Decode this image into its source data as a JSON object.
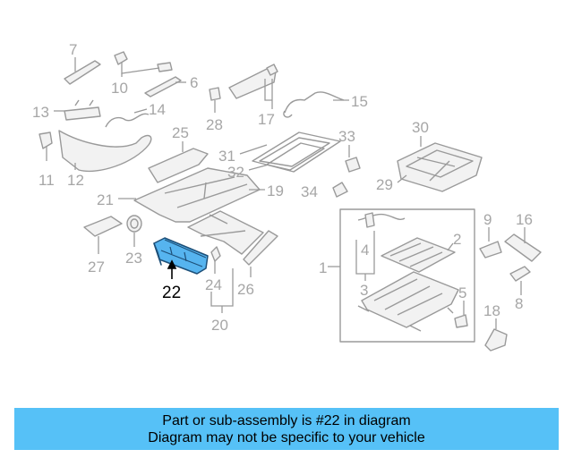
{
  "callouts": [
    {
      "id": "c7",
      "label": "7"
    },
    {
      "id": "c10",
      "label": "10"
    },
    {
      "id": "c6",
      "label": "6"
    },
    {
      "id": "c15",
      "label": "15"
    },
    {
      "id": "c17",
      "label": "17"
    },
    {
      "id": "c28",
      "label": "28"
    },
    {
      "id": "c13",
      "label": "13"
    },
    {
      "id": "c14",
      "label": "14"
    },
    {
      "id": "c11",
      "label": "11"
    },
    {
      "id": "c12",
      "label": "12"
    },
    {
      "id": "c25",
      "label": "25"
    },
    {
      "id": "c31",
      "label": "31"
    },
    {
      "id": "c32",
      "label": "32"
    },
    {
      "id": "c33",
      "label": "33"
    },
    {
      "id": "c30",
      "label": "30"
    },
    {
      "id": "c29",
      "label": "29"
    },
    {
      "id": "c34",
      "label": "34"
    },
    {
      "id": "c19",
      "label": "19"
    },
    {
      "id": "c21",
      "label": "21"
    },
    {
      "id": "c9",
      "label": "9"
    },
    {
      "id": "c16",
      "label": "16"
    },
    {
      "id": "c4",
      "label": "4"
    },
    {
      "id": "c2",
      "label": "2"
    },
    {
      "id": "c1",
      "label": "1"
    },
    {
      "id": "c3",
      "label": "3"
    },
    {
      "id": "c5",
      "label": "5"
    },
    {
      "id": "c8",
      "label": "8"
    },
    {
      "id": "c18",
      "label": "18"
    },
    {
      "id": "c27",
      "label": "27"
    },
    {
      "id": "c23",
      "label": "23"
    },
    {
      "id": "c24",
      "label": "24"
    },
    {
      "id": "c26",
      "label": "26"
    },
    {
      "id": "c20",
      "label": "20"
    }
  ],
  "highlighted_part": {
    "label": "22",
    "color": "#56b4ef"
  },
  "footer": {
    "background": "#56c1f7",
    "line1": "Part or sub-assembly is #22 in diagram",
    "line2": "Diagram may not be specific to your vehicle"
  }
}
